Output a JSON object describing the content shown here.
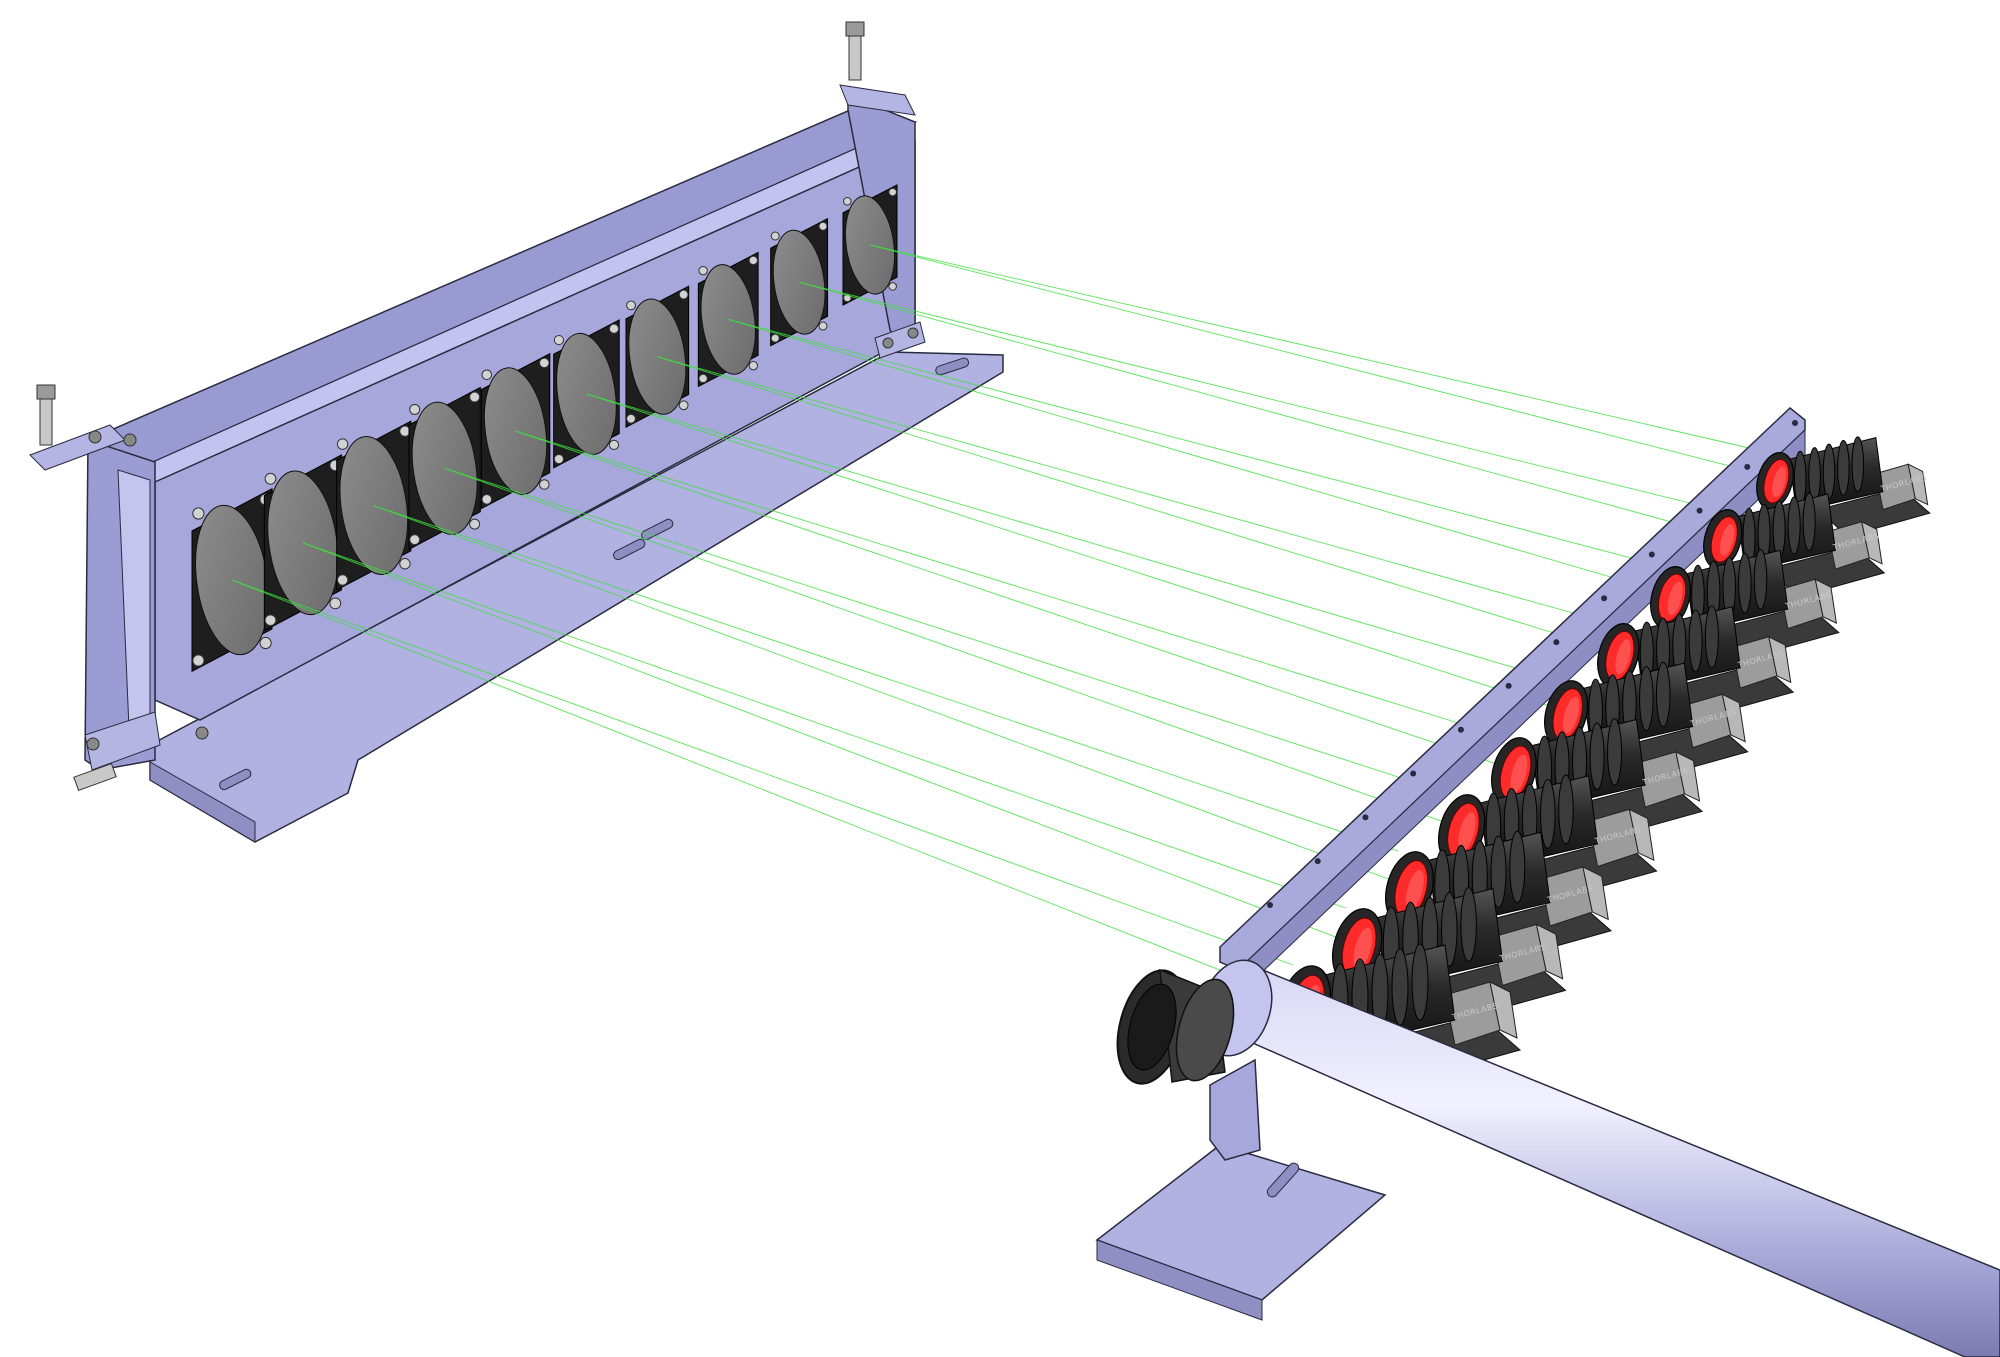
{
  "figure": {
    "camera_brand_text": "THORLABS"
  },
  "colors": {
    "mount_metal": "#a9a9dc",
    "mount_metal_dark": "#7f7fb8",
    "mount_metal_light": "#c7c7ee",
    "edge_line": "#2a2a40",
    "mirror_glass": "#7c7c7c",
    "mirror_frame": "#1e1e1e",
    "lens_red": "#ff2a2a",
    "lens_housing": "#262626",
    "camera_body": "#9c9c9c",
    "beam_green": "#3ee03e",
    "tube": "#b9b9e6"
  },
  "components": {
    "mirror_count": 10,
    "camera_count": 10,
    "beam_count": 20
  }
}
